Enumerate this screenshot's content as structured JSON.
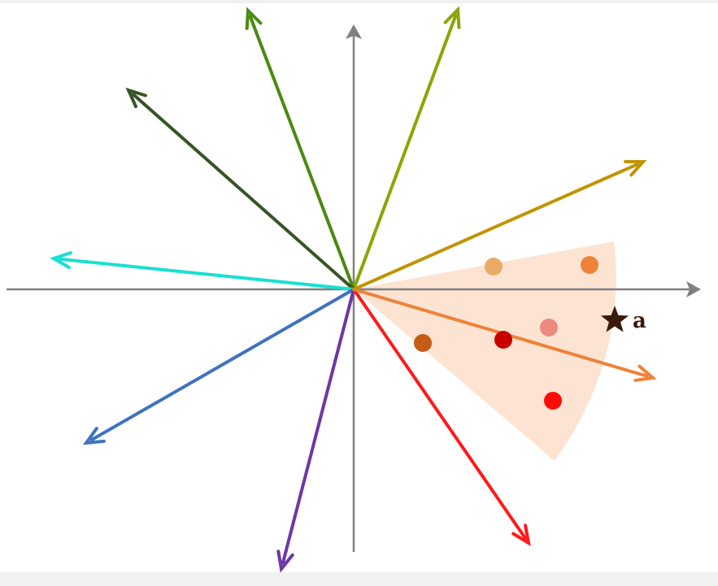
{
  "diagram": {
    "background_color": "#ffffff",
    "axis_color": "#808080",
    "sector_color": "#fde3d2",
    "star": {
      "label": "a",
      "color": "#3b1a0b",
      "icon": "star-icon"
    },
    "vectors": [
      {
        "name": "olive-green",
        "color": "#8aa600"
      },
      {
        "name": "green",
        "color": "#4a8a10"
      },
      {
        "name": "dark-green",
        "color": "#365425"
      },
      {
        "name": "cyan",
        "color": "#17e0d2"
      },
      {
        "name": "blue",
        "color": "#3f72c0"
      },
      {
        "name": "purple",
        "color": "#6c37a6"
      },
      {
        "name": "red",
        "color": "#ff1a1a"
      },
      {
        "name": "orange",
        "color": "#ee8238"
      },
      {
        "name": "gold",
        "color": "#c09400"
      }
    ],
    "points": [
      {
        "name": "light-orange",
        "color": "#ebaa65"
      },
      {
        "name": "orange",
        "color": "#ee8238"
      },
      {
        "name": "pink",
        "color": "#ec8a80"
      },
      {
        "name": "dark-red",
        "color": "#c80000"
      },
      {
        "name": "rust",
        "color": "#c45c15"
      },
      {
        "name": "red",
        "color": "#ff0a0a"
      }
    ]
  }
}
